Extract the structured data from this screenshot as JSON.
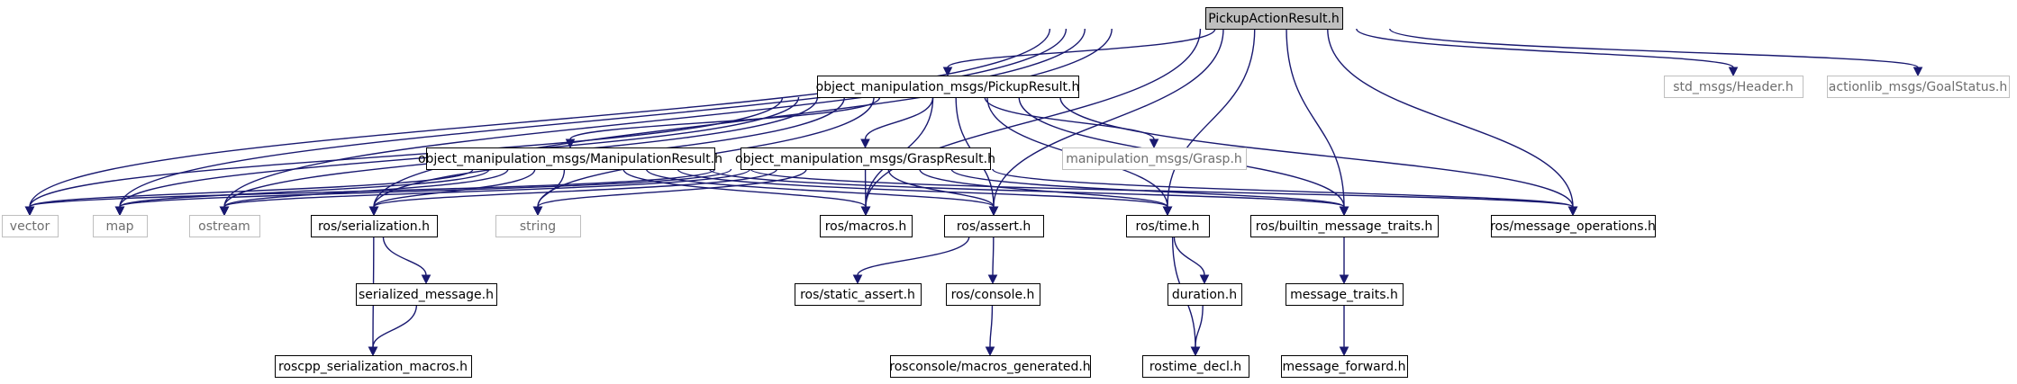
{
  "nodes": {
    "pickup_action_result": {
      "label": "PickupActionResult.h",
      "style": "root"
    },
    "pickup_result": {
      "label": "object_manipulation_msgs/PickupResult.h",
      "style": "normal"
    },
    "std_header": {
      "label": "std_msgs/Header.h",
      "style": "external"
    },
    "goal_status": {
      "label": "actionlib_msgs/GoalStatus.h",
      "style": "external"
    },
    "manipulation_result": {
      "label": "object_manipulation_msgs/ManipulationResult.h",
      "style": "normal"
    },
    "grasp_result": {
      "label": "object_manipulation_msgs/GraspResult.h",
      "style": "normal"
    },
    "grasp": {
      "label": "manipulation_msgs/Grasp.h",
      "style": "external"
    },
    "vector": {
      "label": "vector",
      "style": "external"
    },
    "map": {
      "label": "map",
      "style": "external"
    },
    "ostream": {
      "label": "ostream",
      "style": "external"
    },
    "ros_serialization": {
      "label": "ros/serialization.h",
      "style": "normal"
    },
    "string": {
      "label": "string",
      "style": "external"
    },
    "ros_macros": {
      "label": "ros/macros.h",
      "style": "normal"
    },
    "ros_assert": {
      "label": "ros/assert.h",
      "style": "normal"
    },
    "ros_time": {
      "label": "ros/time.h",
      "style": "normal"
    },
    "builtin_traits": {
      "label": "ros/builtin_message_traits.h",
      "style": "normal"
    },
    "message_operations": {
      "label": "ros/message_operations.h",
      "style": "normal"
    },
    "serialized_message": {
      "label": "serialized_message.h",
      "style": "normal"
    },
    "static_assert": {
      "label": "ros/static_assert.h",
      "style": "normal"
    },
    "ros_console": {
      "label": "ros/console.h",
      "style": "normal"
    },
    "duration": {
      "label": "duration.h",
      "style": "normal"
    },
    "message_traits": {
      "label": "message_traits.h",
      "style": "normal"
    },
    "roscpp_serialization_macros": {
      "label": "roscpp_serialization_macros.h",
      "style": "normal"
    },
    "macros_generated": {
      "label": "rosconsole/macros_generated.h",
      "style": "normal"
    },
    "rostime_decl": {
      "label": "rostime_decl.h",
      "style": "normal"
    },
    "message_forward": {
      "label": "message_forward.h",
      "style": "normal"
    }
  },
  "edges": [
    [
      "pickup_action_result",
      "pickup_result"
    ],
    [
      "pickup_action_result",
      "std_header"
    ],
    [
      "pickup_action_result",
      "goal_status"
    ],
    [
      "pickup_action_result",
      "vector"
    ],
    [
      "pickup_action_result",
      "map"
    ],
    [
      "pickup_action_result",
      "ostream"
    ],
    [
      "pickup_action_result",
      "ros_serialization"
    ],
    [
      "pickup_action_result",
      "ros_macros"
    ],
    [
      "pickup_action_result",
      "ros_assert"
    ],
    [
      "pickup_action_result",
      "ros_time"
    ],
    [
      "pickup_action_result",
      "builtin_traits"
    ],
    [
      "pickup_action_result",
      "message_operations"
    ],
    [
      "pickup_result",
      "manipulation_result"
    ],
    [
      "pickup_result",
      "grasp_result"
    ],
    [
      "pickup_result",
      "grasp"
    ],
    [
      "pickup_result",
      "vector"
    ],
    [
      "pickup_result",
      "map"
    ],
    [
      "pickup_result",
      "ostream"
    ],
    [
      "pickup_result",
      "ros_serialization"
    ],
    [
      "pickup_result",
      "string"
    ],
    [
      "pickup_result",
      "ros_macros"
    ],
    [
      "pickup_result",
      "ros_assert"
    ],
    [
      "pickup_result",
      "ros_time"
    ],
    [
      "pickup_result",
      "builtin_traits"
    ],
    [
      "pickup_result",
      "message_operations"
    ],
    [
      "manipulation_result",
      "vector"
    ],
    [
      "manipulation_result",
      "map"
    ],
    [
      "manipulation_result",
      "ostream"
    ],
    [
      "manipulation_result",
      "ros_serialization"
    ],
    [
      "manipulation_result",
      "string"
    ],
    [
      "manipulation_result",
      "ros_macros"
    ],
    [
      "manipulation_result",
      "ros_assert"
    ],
    [
      "manipulation_result",
      "ros_time"
    ],
    [
      "manipulation_result",
      "builtin_traits"
    ],
    [
      "manipulation_result",
      "message_operations"
    ],
    [
      "grasp_result",
      "vector"
    ],
    [
      "grasp_result",
      "map"
    ],
    [
      "grasp_result",
      "ostream"
    ],
    [
      "grasp_result",
      "ros_serialization"
    ],
    [
      "grasp_result",
      "string"
    ],
    [
      "grasp_result",
      "ros_macros"
    ],
    [
      "grasp_result",
      "ros_assert"
    ],
    [
      "grasp_result",
      "ros_time"
    ],
    [
      "grasp_result",
      "builtin_traits"
    ],
    [
      "grasp_result",
      "message_operations"
    ],
    [
      "ros_serialization",
      "serialized_message"
    ],
    [
      "ros_serialization",
      "roscpp_serialization_macros"
    ],
    [
      "serialized_message",
      "roscpp_serialization_macros"
    ],
    [
      "ros_assert",
      "static_assert"
    ],
    [
      "ros_assert",
      "ros_console"
    ],
    [
      "ros_console",
      "macros_generated"
    ],
    [
      "ros_time",
      "duration"
    ],
    [
      "ros_time",
      "rostime_decl"
    ],
    [
      "duration",
      "rostime_decl"
    ],
    [
      "builtin_traits",
      "message_traits"
    ],
    [
      "message_traits",
      "message_forward"
    ]
  ],
  "colors": {
    "edge": "#191970",
    "root_fill": "#bfbfbf",
    "node_border": "#000000",
    "external_border": "#bfbfbf",
    "external_text": "#6e6e6e",
    "text": "#000000"
  }
}
